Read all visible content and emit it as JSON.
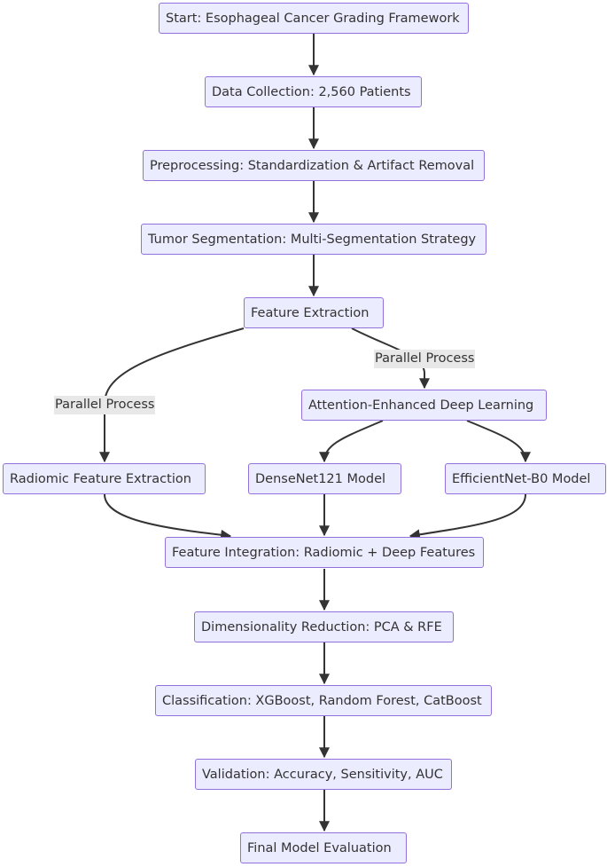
{
  "colors": {
    "node_fill": "#ECECFF",
    "node_stroke": "#9370DB",
    "edge": "#333333",
    "label_bg": "#e8e8e8"
  },
  "nodes": {
    "start": "Start: Esophageal Cancer Grading Framework",
    "data": "Data Collection: 2,560 Patients",
    "preprocess": "Preprocessing: Standardization & Artifact Removal",
    "segment": "Tumor Segmentation: Multi-Segmentation Strategy",
    "feature": "Feature Extraction",
    "attention": "Attention-Enhanced Deep Learning",
    "radiomic": "Radiomic Feature Extraction",
    "densenet": "DenseNet121 Model",
    "efficientnet": "EfficientNet-B0 Model",
    "integration": "Feature Integration: Radiomic + Deep Features",
    "dimred": "Dimensionality Reduction: PCA & RFE",
    "classify": "Classification: XGBoost, Random Forest, CatBoost",
    "validate": "Validation: Accuracy, Sensitivity, AUC",
    "final": "Final Model Evaluation"
  },
  "edge_labels": {
    "left": "Parallel Process",
    "right": "Parallel Process"
  }
}
